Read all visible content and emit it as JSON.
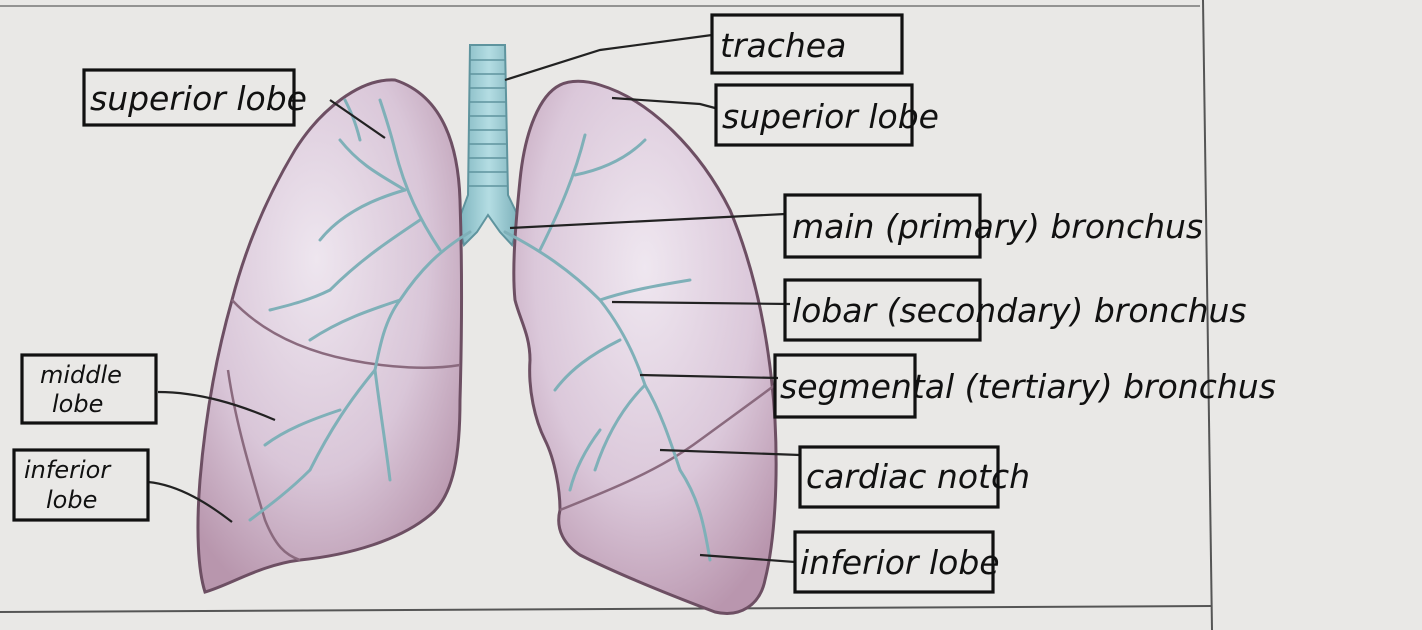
{
  "diagram": {
    "labels": {
      "trachea": "trachea",
      "superior_lobe_left": "superior lobe",
      "superior_lobe_right": "superior lobe",
      "main_bronchus": "main (primary) bronchus",
      "lobar_bronchus": "lobar (secondary) bronchus",
      "segmental_bronchus": "segmental (tertiary) bronchus",
      "cardiac_notch": "cardiac notch",
      "inferior_lobe_right": "inferior lobe",
      "middle_lobe_line1": "middle",
      "middle_lobe_line2": "lobe",
      "inferior_lobe_left_line1": "inferior",
      "inferior_lobe_left_line2": "lobe"
    }
  },
  "colors": {
    "background": "#e9e8e6",
    "lung_fill": "#dccbdc",
    "lung_outline": "#6d4f63",
    "airway": "#8fc3cc",
    "ink": "#111111"
  }
}
